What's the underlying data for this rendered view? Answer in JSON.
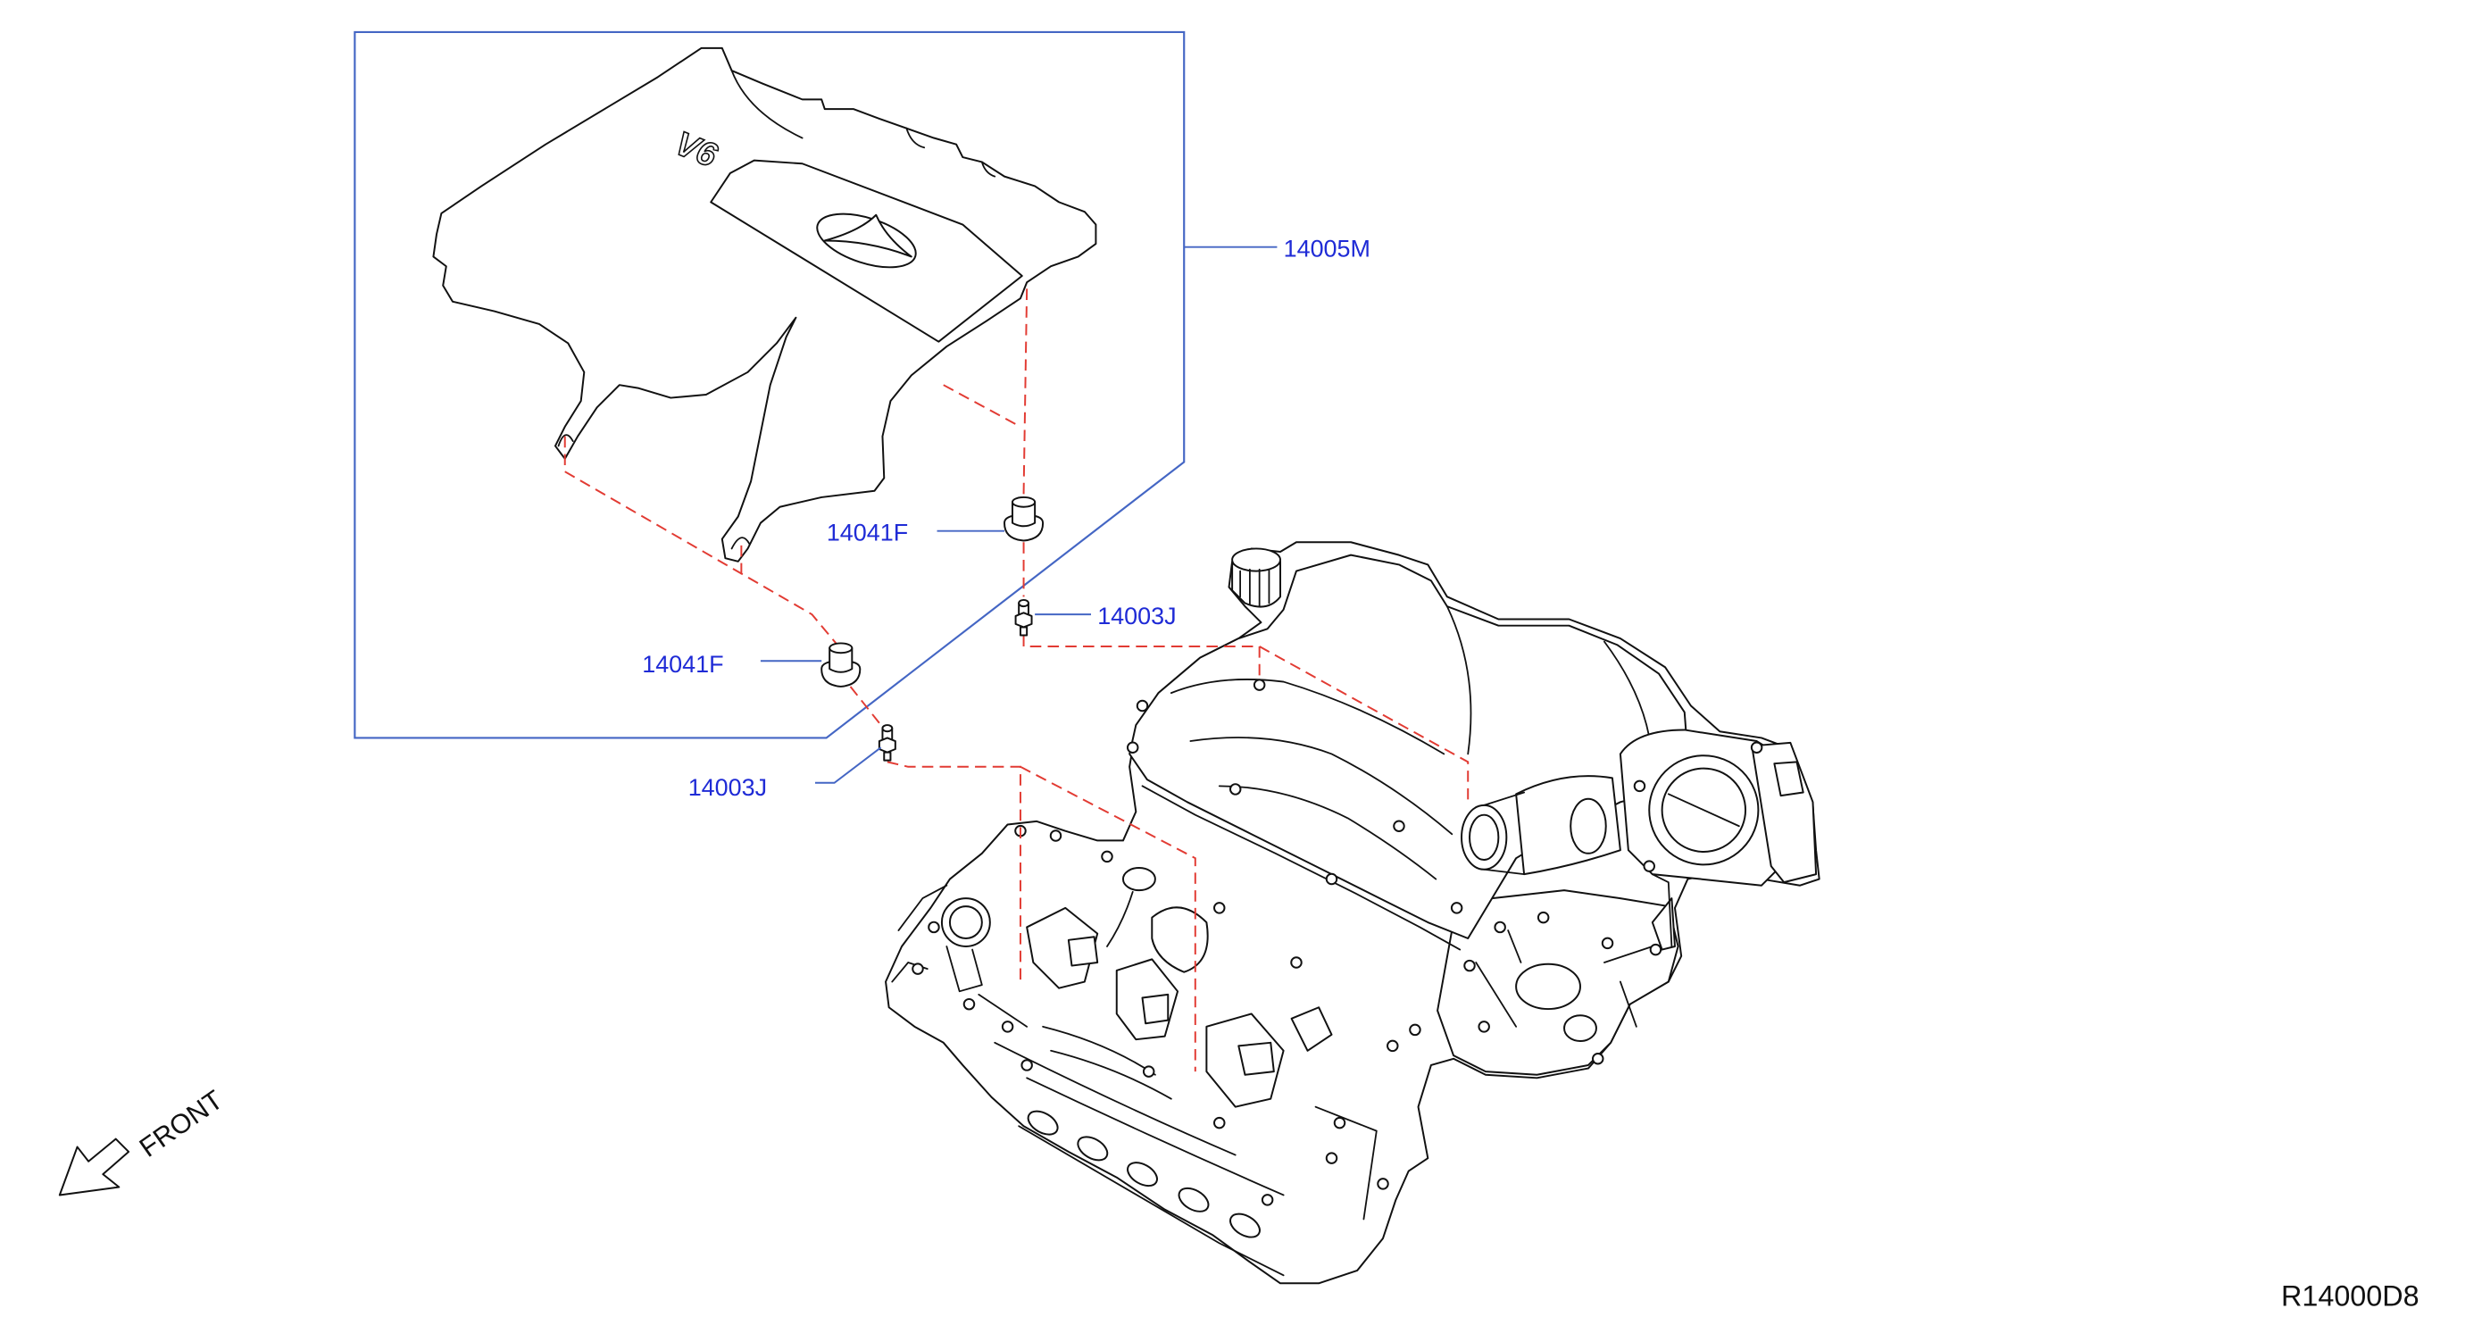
{
  "diagram": {
    "callouts": [
      {
        "part_number": "14005M"
      },
      {
        "part_number": "14041F"
      },
      {
        "part_number": "14003J"
      },
      {
        "part_number": "14041F"
      },
      {
        "part_number": "14003J"
      }
    ],
    "cover_lettering": "V6",
    "orientation_label": "FRONT",
    "illustration_code": "R14000D8"
  },
  "icons": {
    "orientation": "front-arrow-icon",
    "cover_logo": "brand-logo-icon"
  },
  "colors": {
    "callout_text": "#1f2bd6",
    "leader_and_group_box": "#4466c4",
    "dashed_guide": "#e23b33",
    "line_art": "#111111"
  }
}
